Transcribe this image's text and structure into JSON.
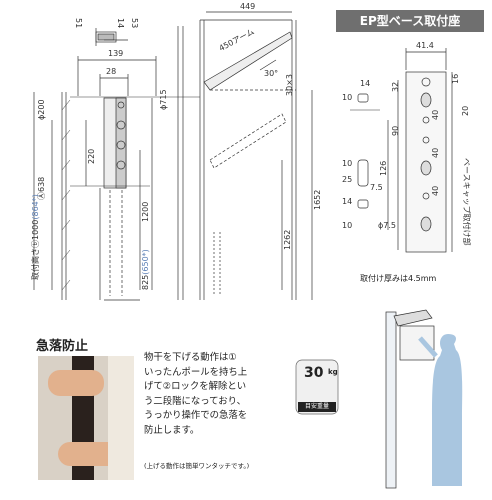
{
  "ep_section": {
    "title": "EP型ベース取付座",
    "width_dim": "41.4",
    "dims": [
      "32",
      "40",
      "40",
      "40",
      "90",
      "126",
      "16",
      "20",
      "10",
      "14",
      "10",
      "25",
      "7.5",
      "14",
      "10",
      "ϕ7.5"
    ],
    "base_cap_label": "ベースキャップ取付け部"
  },
  "front_view": {
    "top_dims": [
      "51",
      "14",
      "53"
    ],
    "width_dims": [
      "139",
      "28"
    ],
    "phi200": "ϕ200",
    "dim220": "220",
    "label_a": "Ⓐ638",
    "label_b_prefix": "取付高さⓑ1000",
    "label_b_blue": "(864*)",
    "dim1200": "1200",
    "dim825_prefix": "825",
    "dim825_blue": "(650*)"
  },
  "side_view": {
    "dim449": "449",
    "arm_label": "450アーム",
    "angle": "30°",
    "dim30x3": "30×3",
    "phi715": "ϕ715",
    "dim1652": "1652",
    "dim1262": "1262"
  },
  "thickness_note": "取付け厚みは4.5mm",
  "fall_prevention": {
    "title": "急落防止",
    "lines": [
      "物干を下げる動作は①",
      "いったんポールを持ち上",
      "げて②ロックを解除とい",
      "う二段階になっており、",
      "うっかり操作での急落を",
      "防止します。"
    ],
    "note": "(上げる動作は簡単ワンタッチです。)"
  },
  "load_badge": {
    "value": "30",
    "unit": "kg",
    "caption": "目安重量"
  }
}
